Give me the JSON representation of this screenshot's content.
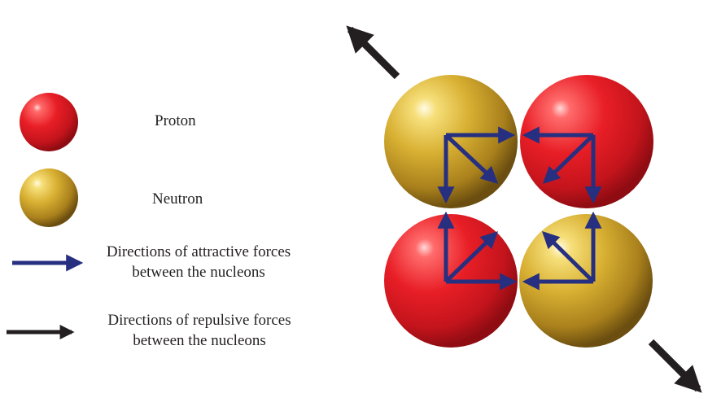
{
  "legend": {
    "proton_label": "Proton",
    "neutron_label": "Neutron",
    "attractive": {
      "line1": "Directions of attractive forces",
      "line2": "between the nucleons"
    },
    "repulsive": {
      "line1": "Directions of repulsive forces",
      "line2": "between the nucleons"
    }
  },
  "colors": {
    "proton": "#e3202a",
    "neutron": "#c9a227",
    "attractive_arrow": "#262f80",
    "repulsive_arrow": "#231f20"
  },
  "nucleus": {
    "top_left": "neutron",
    "top_right": "proton",
    "bottom_left": "proton",
    "bottom_right": "neutron"
  }
}
